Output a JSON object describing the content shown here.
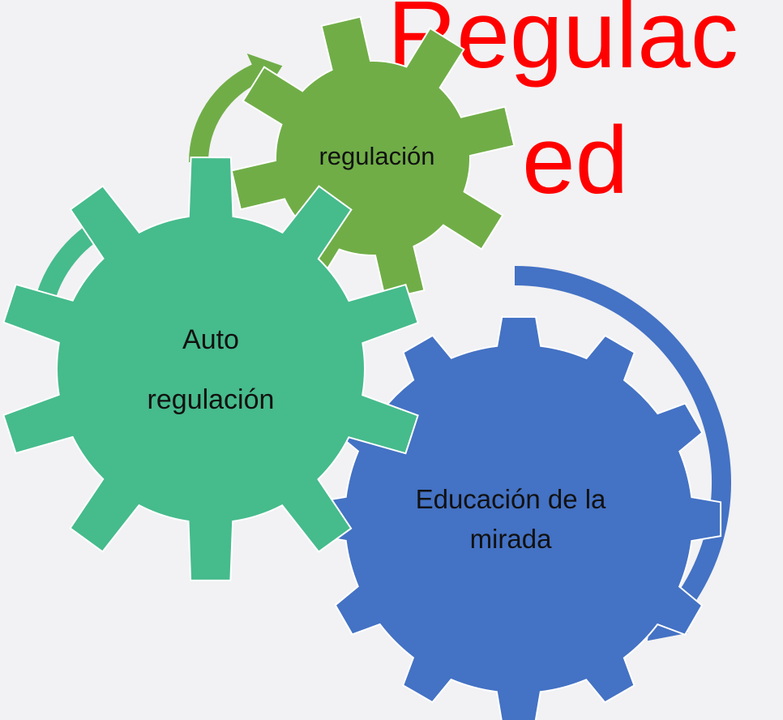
{
  "slide": {
    "title": {
      "line1": "Regulac",
      "line2": "ed",
      "color": "#ff0000"
    }
  },
  "gears": [
    {
      "id": "regulacion",
      "label_lines": [
        "regulación"
      ],
      "color": "#70ad47"
    },
    {
      "id": "auto-regulacion",
      "label_lines": [
        "Auto",
        "regulación"
      ],
      "color": "#46bb8c"
    },
    {
      "id": "educacion-mirada",
      "label_lines": [
        "Educación de la",
        "mirada"
      ],
      "color": "#4472c4"
    }
  ],
  "arrows": [
    {
      "id": "green-arrow",
      "color": "#70ad47"
    },
    {
      "id": "teal-arrow",
      "color": "#46bb8c"
    },
    {
      "id": "blue-arrow",
      "color": "#4472c4"
    }
  ]
}
